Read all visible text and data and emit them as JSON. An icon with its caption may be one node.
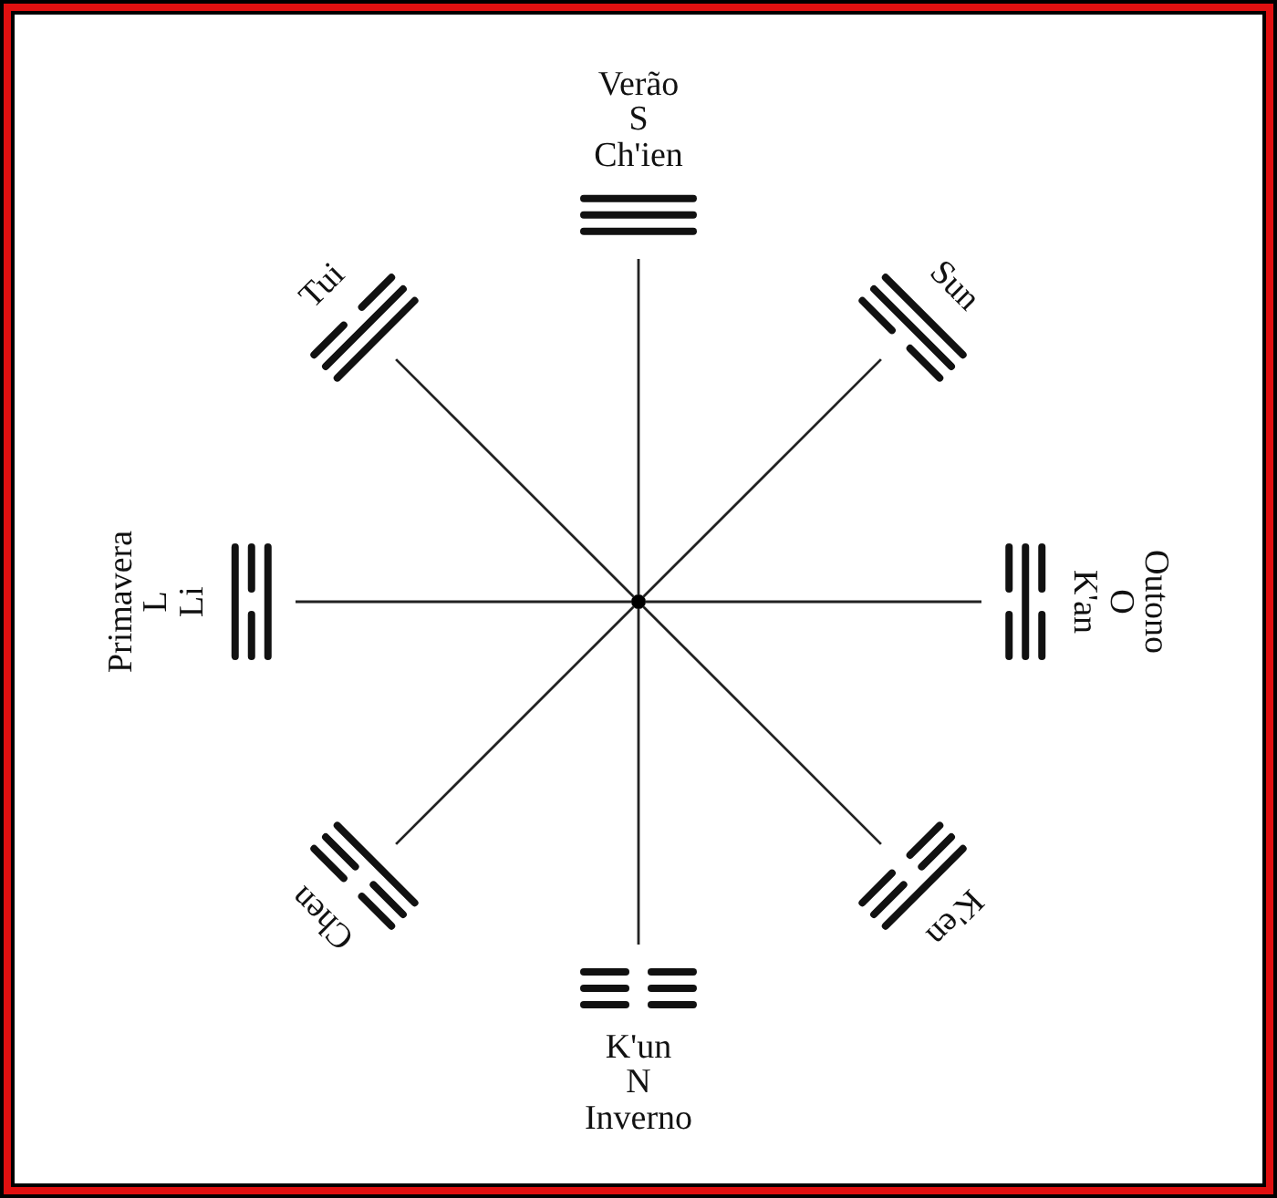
{
  "diagram": {
    "nodes": [
      {
        "text": [
          "Verão",
          "S",
          "Ch'ien"
        ]
      },
      {
        "text": [
          "Tui"
        ]
      },
      {
        "text": [
          "Sun"
        ]
      },
      {
        "text": [
          "Primavera",
          "L",
          "Li"
        ]
      },
      {
        "text": [],
        "shape": "circle"
      },
      {
        "text": [
          "Outono",
          "O",
          "K'an"
        ]
      },
      {
        "text": [
          "Chen"
        ]
      },
      {
        "text": [
          "K'en"
        ]
      },
      {
        "text": [
          "K'un",
          "N",
          "Inverno"
        ]
      }
    ],
    "edges": [
      {
        "from": 4,
        "to": 0,
        "arrow": "none"
      },
      {
        "from": 4,
        "to": 2,
        "arrow": "none"
      },
      {
        "from": 4,
        "to": 5,
        "arrow": "none"
      },
      {
        "from": 4,
        "to": 7,
        "arrow": "none"
      },
      {
        "from": 4,
        "to": 8,
        "arrow": "none"
      },
      {
        "from": 4,
        "to": 6,
        "arrow": "none"
      },
      {
        "from": 4,
        "to": 3,
        "arrow": "none"
      },
      {
        "from": 4,
        "to": 1,
        "arrow": "none"
      }
    ]
  }
}
